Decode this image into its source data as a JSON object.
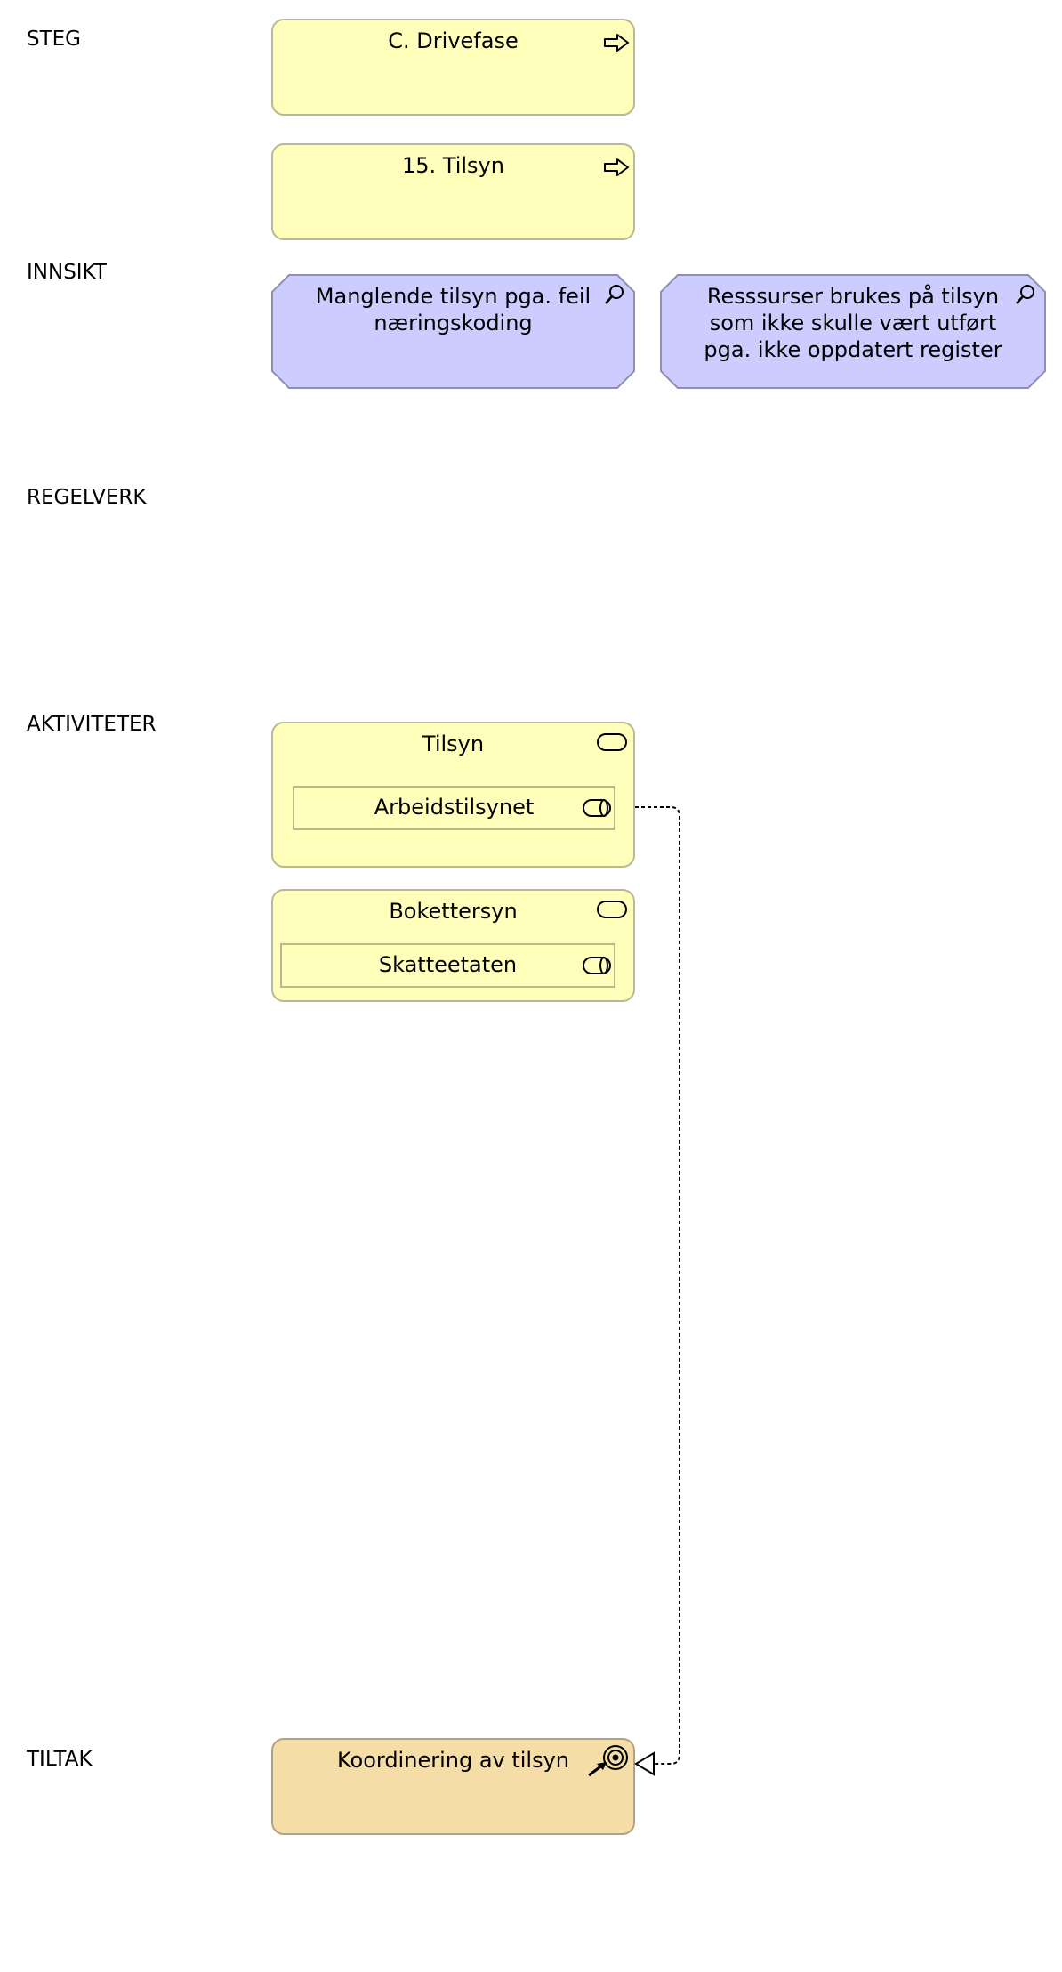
{
  "lanes": {
    "steg": "STEG",
    "innsikt": "INNSIKT",
    "regelverk": "REGELVERK",
    "aktiviteter": "AKTIVITETER",
    "tiltak": "TILTAK"
  },
  "steg": {
    "phase": "C. Drivefase",
    "step": "15. Tilsyn"
  },
  "innsikt": {
    "insight_1": "Manglende tilsyn pga. feil næringskoding",
    "insight_2": "Resssurser brukes på tilsyn som ikke skulle vært utført pga. ikke oppdatert register"
  },
  "aktiviteter": {
    "service_1": {
      "title": "Tilsyn",
      "actor": "Arbeidstilsynet"
    },
    "service_2": {
      "title": "Bokettersyn",
      "actor": "Skatteetaten"
    }
  },
  "tiltak": {
    "measure": "Koordinering av tilsyn"
  },
  "colors": {
    "step_fill": "#ffffbb",
    "insight_fill": "#ccccff",
    "measure_fill": "#f5dda8"
  }
}
